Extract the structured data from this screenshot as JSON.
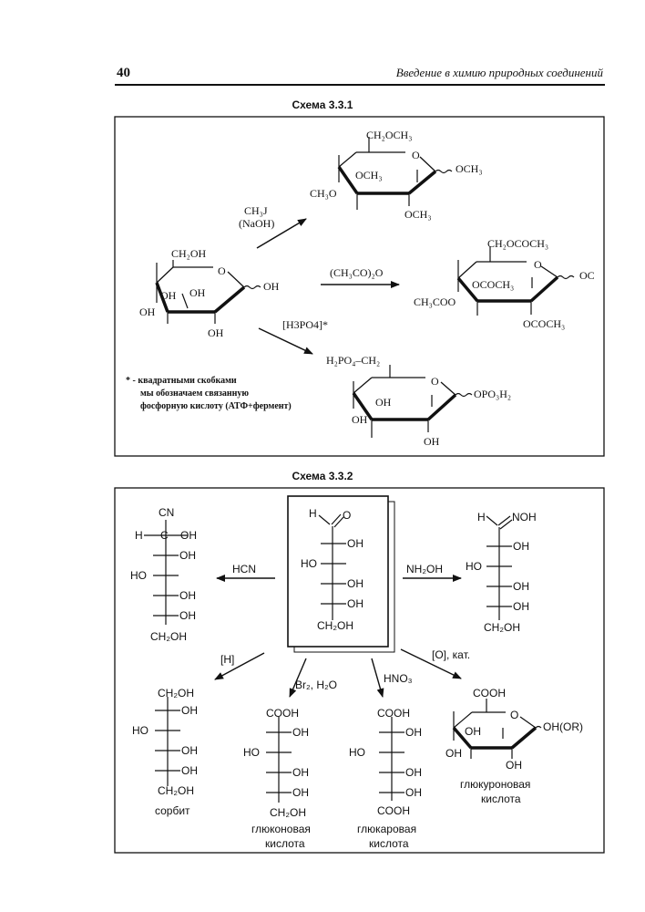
{
  "header": {
    "page_number": "40",
    "book_title": "Введение в химию природных соединений"
  },
  "scheme1": {
    "title": "Схема 3.3.1",
    "glucose": {
      "c6": "CH₂OH",
      "oh_left": "OH",
      "oh_left2": "OH",
      "oh_mid": "OH",
      "oh_bottom": "OH",
      "oh_anomeric": "OH"
    },
    "arrow_methyl": {
      "line1": "CH₃J",
      "line2": "(NaOH)"
    },
    "arrow_acetyl": {
      "label": "(CH₃CO)₂O"
    },
    "arrow_phos": {
      "label": "[H3PO4]*"
    },
    "methyl_product": {
      "c6": "CH₂OCH₃",
      "o3": "OCH₃",
      "o4": "CH₃O",
      "o2": "OCH₃",
      "o1": "OCH₃"
    },
    "acetyl_product": {
      "c6": "CH₂OCOCH₃",
      "o3": "OCOCH₃",
      "o4": "CH₃COO",
      "o2": "OCOCH₃",
      "o1": "OC"
    },
    "phosphate_product": {
      "c6": "H₂PO₄–CH₂",
      "oh_left": "OH",
      "oh_mid": "OH",
      "oh_bottom": "OH",
      "o1": "OPO₃H₂"
    },
    "footnote": {
      "line1": "* - квадратными скобками",
      "line2": "мы обозначаем связанную",
      "line3": "фосфорную кислоту (АТФ+фермент)"
    }
  },
  "scheme2": {
    "title": "Схема 3.3.2",
    "glucose": {
      "top": "H",
      "carbonyl": "O",
      "oh2": "OH",
      "ho3": "HO",
      "oh4": "OH",
      "oh5": "OH",
      "c6": "CH₂OH"
    },
    "cyanohydrin": {
      "cn": "CN",
      "h": "H",
      "oh1": "OH",
      "oh2": "OH",
      "ho3": "HO",
      "oh4": "OH",
      "oh5": "OH",
      "c6": "CH₂OH"
    },
    "oxime": {
      "h": "H",
      "noh": "NOH",
      "oh2": "OH",
      "ho3": "HO",
      "oh4": "OH",
      "oh5": "OH",
      "c6": "CH₂OH"
    },
    "reagents": {
      "hcn": "HCN",
      "nh2oh": "NH₂OH",
      "h": "[H]",
      "br2": "Br₂, H₂O",
      "hno3": "HNO₃",
      "ox": "[O], кат."
    },
    "sorbitol": {
      "c1": "CH₂OH",
      "oh2": "OH",
      "ho3": "HO",
      "oh4": "OH",
      "oh5": "OH",
      "c6": "CH₂OH",
      "name": "сорбит"
    },
    "gluconic": {
      "c1": "COOH",
      "oh2": "OH",
      "ho3": "HO",
      "oh4": "OH",
      "oh5": "OH",
      "c6": "CH₂OH",
      "name1": "глюконовая",
      "name2": "кислота"
    },
    "glucaric": {
      "c1": "COOH",
      "oh2": "OH",
      "ho3": "HO",
      "oh4": "OH",
      "oh5": "OH",
      "c6": "COOH",
      "name1": "глюкаровая",
      "name2": "кислота"
    },
    "glucuronic": {
      "c6": "COOH",
      "ring_o": "O",
      "oh_left": "OH",
      "oh_mid": "OH",
      "oh_bottom": "OH",
      "o1": "OH(OR)",
      "name1": "глюкуроновая",
      "name2": "кислота"
    }
  }
}
